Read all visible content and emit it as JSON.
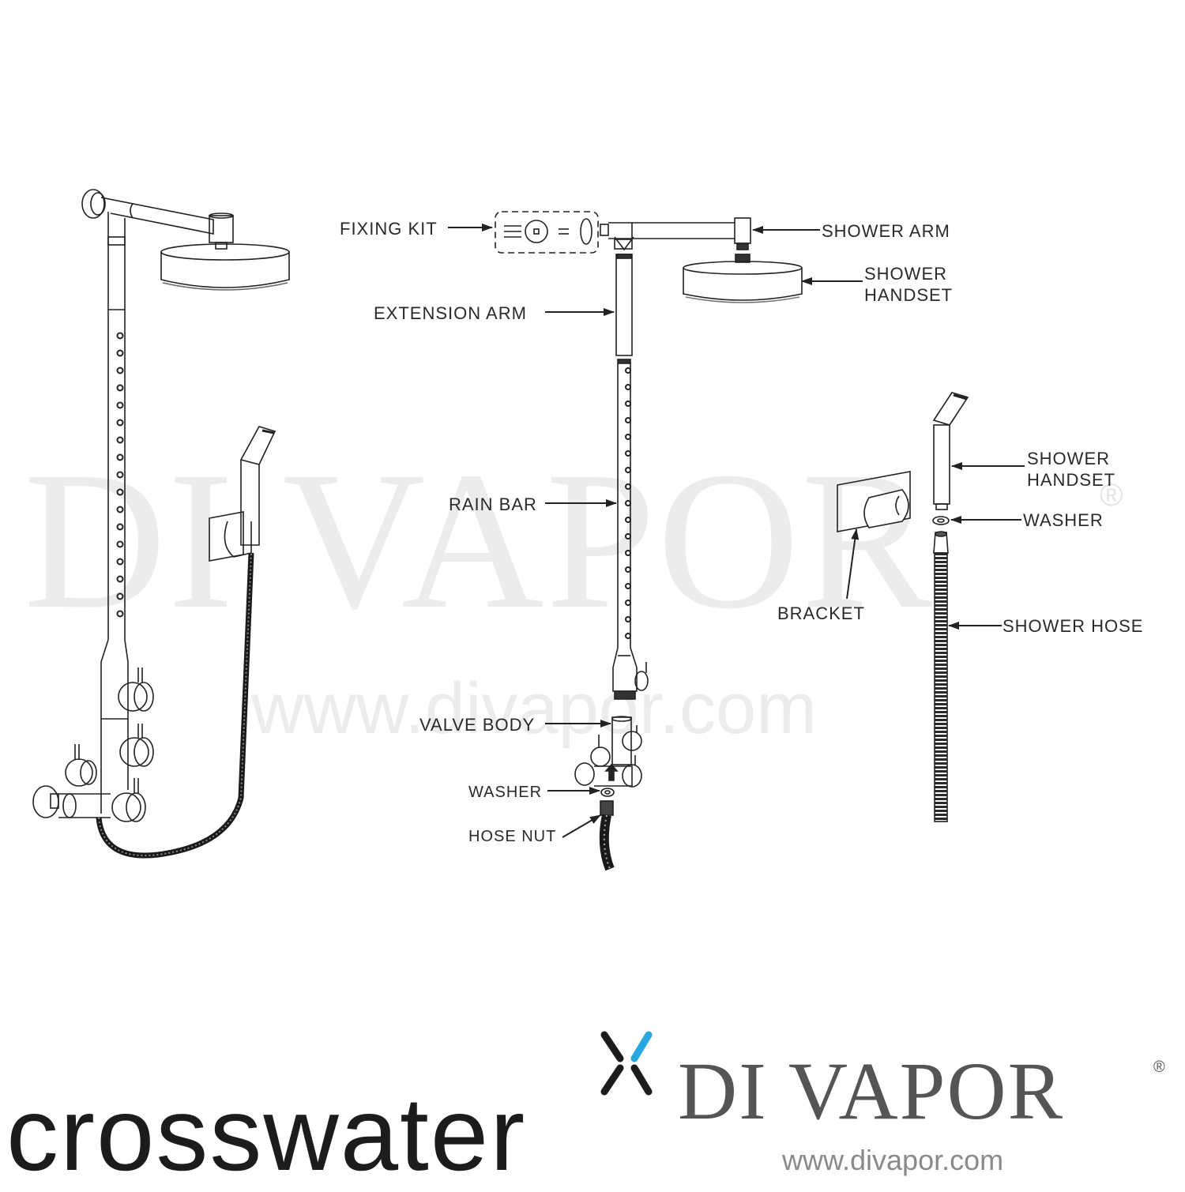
{
  "watermark": {
    "brand": "DI VAPOR",
    "registered": "®",
    "url": "www.divapor.com",
    "color": "#ececec"
  },
  "diagram": {
    "title": "Shower system exploded view",
    "assembled_view": "Assembled shower rain bar with valve, overhead shower, handset and hose",
    "callouts_center": [
      {
        "id": "fixing-kit",
        "label": "FIXING KIT"
      },
      {
        "id": "shower-arm",
        "label": "SHOWER ARM"
      },
      {
        "id": "shower-head",
        "label_line1": "SHOWER",
        "label_line2": "HANDSET"
      },
      {
        "id": "extension-arm",
        "label": "EXTENSION ARM"
      },
      {
        "id": "rain-bar",
        "label": "RAIN BAR"
      },
      {
        "id": "valve-body",
        "label": "VALVE BODY"
      },
      {
        "id": "washer-valve",
        "label": "WASHER"
      },
      {
        "id": "hose-nut",
        "label": "HOSE NUT"
      }
    ],
    "callouts_right": [
      {
        "id": "handset",
        "label_line1": "SHOWER",
        "label_line2": "HANDSET"
      },
      {
        "id": "washer-handset",
        "label": "WASHER"
      },
      {
        "id": "bracket",
        "label": "BRACKET"
      },
      {
        "id": "shower-hose",
        "label": "SHOWER HOSE"
      }
    ],
    "line_color": "#222222"
  },
  "footer": {
    "crosswater": {
      "name": "crosswater",
      "accent_color": "#29a8e0",
      "text_color": "#1c1c1c"
    },
    "divapor": {
      "name": "DI VAPOR",
      "registered": "®",
      "url": "www.divapor.com",
      "text_color": "#555555"
    }
  }
}
